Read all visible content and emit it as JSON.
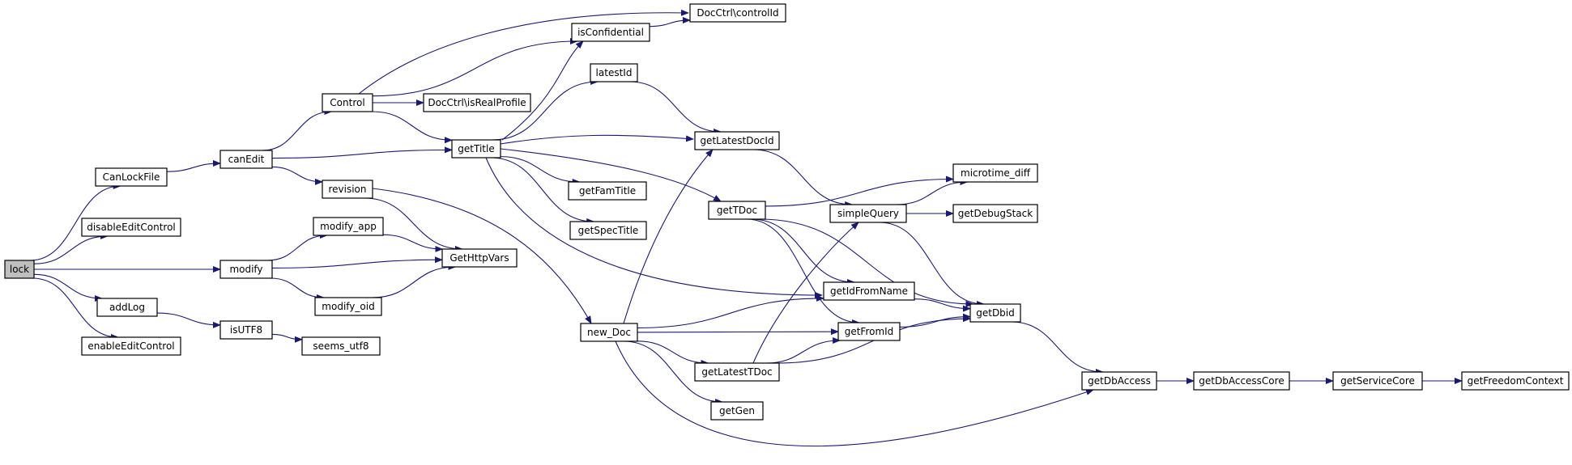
{
  "nodes": [
    {
      "id": "lock",
      "label": "lock",
      "root": true
    },
    {
      "id": "CanLockFile",
      "label": "CanLockFile"
    },
    {
      "id": "disableEditControl",
      "label": "disableEditControl"
    },
    {
      "id": "addLog",
      "label": "addLog"
    },
    {
      "id": "enableEditControl",
      "label": "enableEditControl"
    },
    {
      "id": "canEdit",
      "label": "canEdit"
    },
    {
      "id": "modify",
      "label": "modify"
    },
    {
      "id": "isUTF8",
      "label": "isUTF8"
    },
    {
      "id": "Control",
      "label": "Control"
    },
    {
      "id": "revision",
      "label": "revision"
    },
    {
      "id": "modify_app",
      "label": "modify_app"
    },
    {
      "id": "modify_oid",
      "label": "modify_oid"
    },
    {
      "id": "seems_utf8",
      "label": "seems_utf8"
    },
    {
      "id": "DocCtrl_isRealProfile",
      "label": "DocCtrl\\isRealProfile"
    },
    {
      "id": "getTitle",
      "label": "getTitle"
    },
    {
      "id": "GetHttpVars",
      "label": "GetHttpVars"
    },
    {
      "id": "isConfidential",
      "label": "isConfidential"
    },
    {
      "id": "DocCtrl_controlId",
      "label": "DocCtrl\\controlId"
    },
    {
      "id": "latestId",
      "label": "latestId"
    },
    {
      "id": "getFamTitle",
      "label": "getFamTitle"
    },
    {
      "id": "getSpecTitle",
      "label": "getSpecTitle"
    },
    {
      "id": "new_Doc",
      "label": "new_Doc"
    },
    {
      "id": "getLatestDocId",
      "label": "getLatestDocId"
    },
    {
      "id": "getTDoc",
      "label": "getTDoc"
    },
    {
      "id": "getLatestTDoc",
      "label": "getLatestTDoc"
    },
    {
      "id": "getGen",
      "label": "getGen"
    },
    {
      "id": "simpleQuery",
      "label": "simpleQuery"
    },
    {
      "id": "getIdFromName",
      "label": "getIdFromName"
    },
    {
      "id": "getFromId",
      "label": "getFromId"
    },
    {
      "id": "microtime_diff",
      "label": "microtime_diff"
    },
    {
      "id": "getDebugStack",
      "label": "getDebugStack"
    },
    {
      "id": "getDbid",
      "label": "getDbid"
    },
    {
      "id": "getDbAccess",
      "label": "getDbAccess"
    },
    {
      "id": "getDbAccessCore",
      "label": "getDbAccessCore"
    },
    {
      "id": "getServiceCore",
      "label": "getServiceCore"
    },
    {
      "id": "getFreedomContext",
      "label": "getFreedomContext"
    }
  ],
  "edges": [
    [
      "lock",
      "CanLockFile"
    ],
    [
      "lock",
      "disableEditControl"
    ],
    [
      "lock",
      "modify"
    ],
    [
      "lock",
      "addLog"
    ],
    [
      "lock",
      "enableEditControl"
    ],
    [
      "CanLockFile",
      "canEdit"
    ],
    [
      "canEdit",
      "Control"
    ],
    [
      "canEdit",
      "getTitle"
    ],
    [
      "canEdit",
      "revision"
    ],
    [
      "Control",
      "DocCtrl_controlId"
    ],
    [
      "Control",
      "isConfidential"
    ],
    [
      "Control",
      "DocCtrl_isRealProfile"
    ],
    [
      "Control",
      "getTitle"
    ],
    [
      "isConfidential",
      "DocCtrl_controlId"
    ],
    [
      "getTitle",
      "isConfidential"
    ],
    [
      "getTitle",
      "latestId"
    ],
    [
      "getTitle",
      "getLatestDocId"
    ],
    [
      "getTitle",
      "getTDoc"
    ],
    [
      "getTitle",
      "getFamTitle"
    ],
    [
      "getTitle",
      "getSpecTitle"
    ],
    [
      "getTitle",
      "getIdFromName"
    ],
    [
      "latestId",
      "getLatestDocId"
    ],
    [
      "revision",
      "GetHttpVars"
    ],
    [
      "revision",
      "new_Doc"
    ],
    [
      "modify",
      "modify_app"
    ],
    [
      "modify",
      "GetHttpVars"
    ],
    [
      "modify",
      "modify_oid"
    ],
    [
      "modify_app",
      "GetHttpVars"
    ],
    [
      "modify_oid",
      "GetHttpVars"
    ],
    [
      "addLog",
      "isUTF8"
    ],
    [
      "isUTF8",
      "seems_utf8"
    ],
    [
      "new_Doc",
      "getLatestDocId"
    ],
    [
      "new_Doc",
      "getIdFromName"
    ],
    [
      "new_Doc",
      "getFromId"
    ],
    [
      "new_Doc",
      "getLatestTDoc"
    ],
    [
      "new_Doc",
      "getGen"
    ],
    [
      "new_Doc",
      "getDbAccess"
    ],
    [
      "getLatestDocId",
      "simpleQuery"
    ],
    [
      "getTDoc",
      "microtime_diff"
    ],
    [
      "getTDoc",
      "getIdFromName"
    ],
    [
      "getTDoc",
      "getFromId"
    ],
    [
      "getTDoc",
      "getDbid"
    ],
    [
      "getLatestTDoc",
      "simpleQuery"
    ],
    [
      "getLatestTDoc",
      "getFromId"
    ],
    [
      "getLatestTDoc",
      "getDbid"
    ],
    [
      "simpleQuery",
      "microtime_diff"
    ],
    [
      "simpleQuery",
      "getDebugStack"
    ],
    [
      "simpleQuery",
      "getDbid"
    ],
    [
      "getIdFromName",
      "getDbid"
    ],
    [
      "getFromId",
      "getDbid"
    ],
    [
      "getDbid",
      "getDbAccess"
    ],
    [
      "getDbAccess",
      "getDbAccessCore"
    ],
    [
      "getDbAccessCore",
      "getServiceCore"
    ],
    [
      "getServiceCore",
      "getFreedomContext"
    ]
  ]
}
